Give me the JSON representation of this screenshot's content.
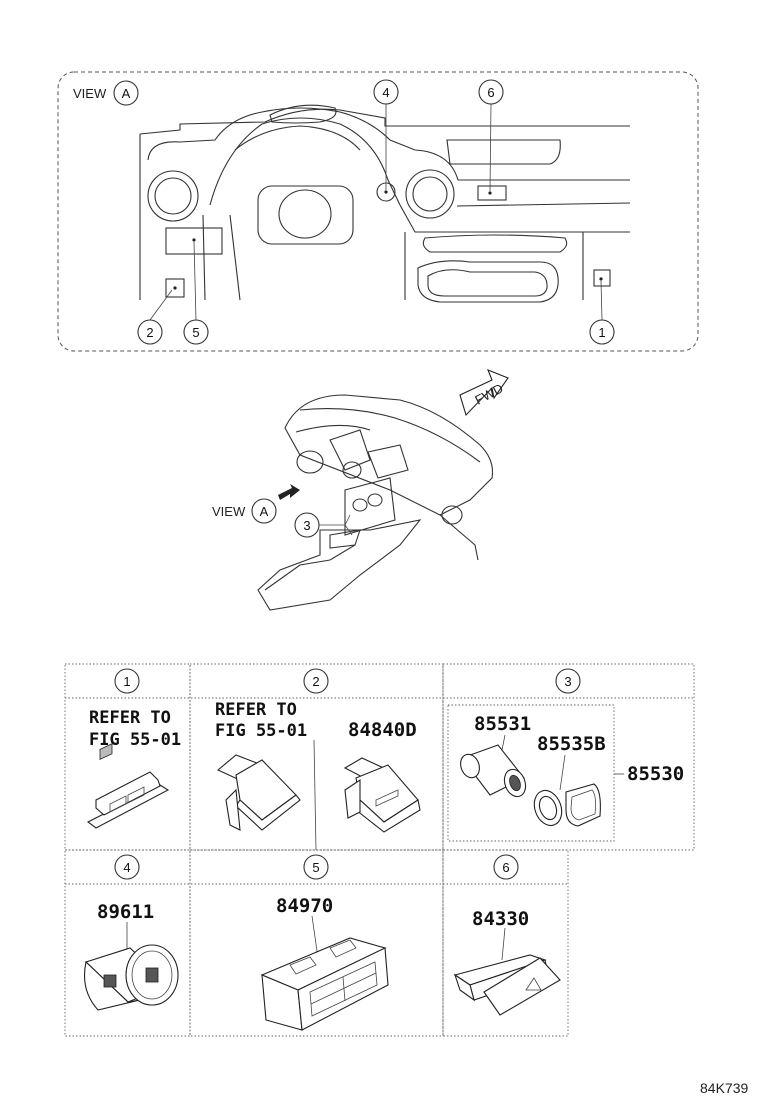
{
  "view_label": "VIEW",
  "view_letter": "A",
  "fwd_label": "FWD",
  "callouts": [
    "1",
    "2",
    "3",
    "4",
    "5",
    "6"
  ],
  "table": {
    "cells": [
      {
        "id": "1",
        "lines": [
          "REFER TO",
          "FIG 55-01"
        ]
      },
      {
        "id": "2",
        "ref_lines": [
          "REFER TO",
          "FIG 55-01"
        ],
        "part": "84840D"
      },
      {
        "id": "3",
        "parts": [
          "85531",
          "85535B",
          "85530"
        ]
      },
      {
        "id": "4",
        "part": "89611"
      },
      {
        "id": "5",
        "part": "84970"
      },
      {
        "id": "6",
        "part": "84330"
      }
    ]
  },
  "figure_code": "84K739"
}
